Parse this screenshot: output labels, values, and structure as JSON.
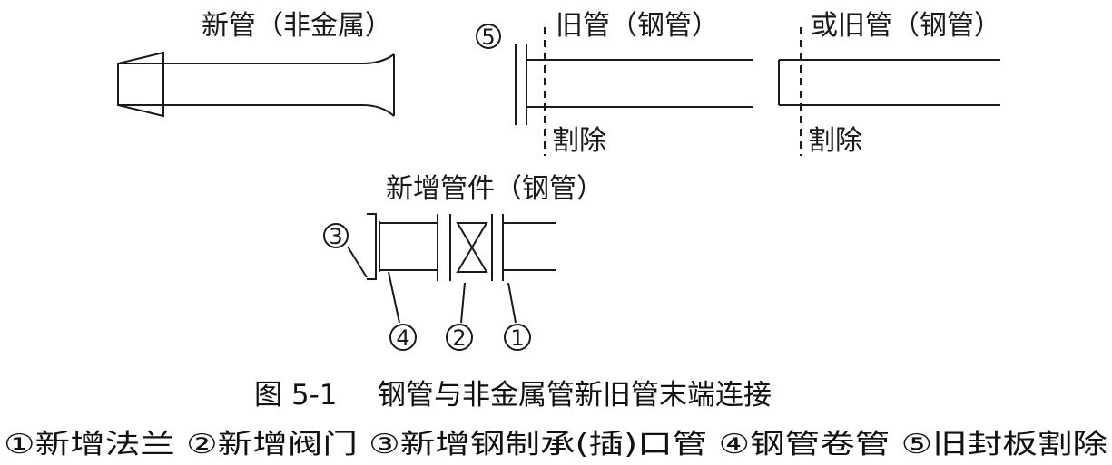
{
  "labels": {
    "new_pipe": "新管（非金属）",
    "old_pipe_a": "旧管（钢管）",
    "old_pipe_b": "或旧管（钢管）",
    "cut_a": "割除",
    "cut_b": "割除",
    "new_fittings": "新增管件（钢管）"
  },
  "markers": {
    "m1": "1",
    "m2": "2",
    "m3": "3",
    "m4": "4",
    "m5": "5"
  },
  "caption": {
    "figure": "图 5-1",
    "title": "钢管与非金属管新旧管末端连接"
  },
  "legend": "①新增法兰 ②新增阀门 ③新增钢制承(插)口管 ④钢管卷管 ⑤旧封板割除"
}
